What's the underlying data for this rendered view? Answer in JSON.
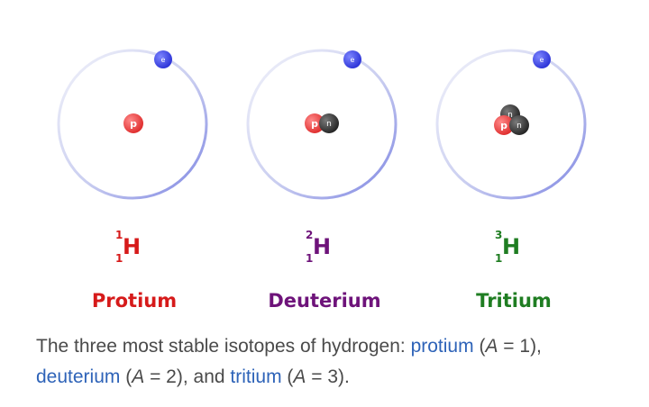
{
  "colors": {
    "orbit_light": "#dfe1f3",
    "orbit_dark": "#7b83e2",
    "electron": "#3b43e6",
    "proton": "#ef3535",
    "neutron": "#3a3a3a",
    "protium": "#d61a1a",
    "deuterium": "#6e137a",
    "tritium": "#1f7d22",
    "caption_text": "#4a4a4a",
    "caption_link": "#2e63b8"
  },
  "particles": {
    "electron": "e",
    "proton": "p",
    "neutron": "n"
  },
  "isotopes": [
    {
      "id": "protium",
      "label": "Protium",
      "mass_number": "1",
      "atomic_number": "1",
      "symbol": "H",
      "neutrons": 0
    },
    {
      "id": "deuterium",
      "label": "Deuterium",
      "mass_number": "2",
      "atomic_number": "1",
      "symbol": "H",
      "neutrons": 1
    },
    {
      "id": "tritium",
      "label": "Tritium",
      "mass_number": "3",
      "atomic_number": "1",
      "symbol": "H",
      "neutrons": 2
    }
  ],
  "caption": {
    "intro": "The three most stable isotopes of hydrogen: ",
    "protium": "protium",
    "paren_open_1": " (",
    "var": "A",
    "eq1": " = 1), ",
    "deuterium": "deuterium",
    "paren_open_2": " (",
    "eq2": " = 2), and ",
    "tritium": "tritium",
    "paren_open_3": " (",
    "eq3": " = 3)."
  }
}
